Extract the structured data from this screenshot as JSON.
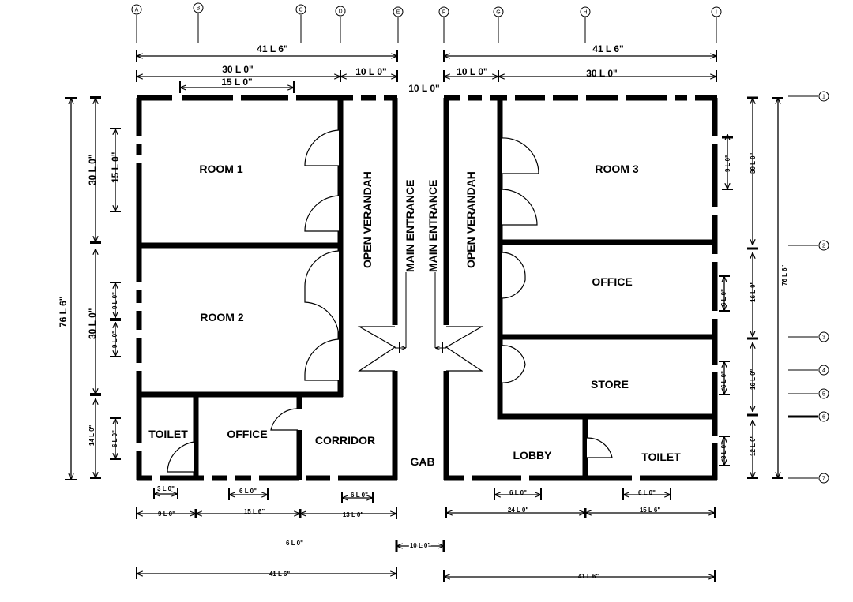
{
  "grid": {
    "cols": [
      "A",
      "B",
      "C",
      "D",
      "E",
      "F",
      "G",
      "H",
      "I"
    ],
    "rows": [
      "1",
      "2",
      "3",
      "4",
      "5",
      "6",
      "7"
    ]
  },
  "rooms": {
    "room1": "ROOM 1",
    "room2": "ROOM 2",
    "room3": "ROOM 3",
    "toilet_left": "TOILET",
    "office_left": "OFFICE",
    "corridor": "CORRIDOR",
    "office_right": "OFFICE",
    "store": "STORE",
    "lobby": "LOBBY",
    "toilet_right": "TOILET",
    "verandah_left": "OPEN VERANDAH",
    "verandah_right": "OPEN VERANDAH",
    "entrance_left": "MAIN ENTRANCE",
    "entrance_right": "MAIN ENTRANCE",
    "gab": "GAB"
  },
  "dims": {
    "top_left_total": "41 L 6\"",
    "top_right_total": "41 L 6\"",
    "top_left_30": "30 L 0\"",
    "top_left_10": "10 L 0\"",
    "top_left_15": "15 L 0\"",
    "top_right_10": "10 L 0\"",
    "top_right_30": "30 L 0\"",
    "top_gap": "10 L 0\"",
    "left_total": "76 L 6\"",
    "left_30a": "30 L 0\"",
    "left_15": "15 L 0\"",
    "left_30b": "30 L 0\"",
    "left_9a": "9 L 0\"",
    "left_9b": "9 L 0\"",
    "left_14": "14 L 0\"",
    "left_6": "6 L 0\"",
    "right_9": "9 L 0\"",
    "right_30": "30 L 0\"",
    "right_6a": "6 L 0\"",
    "right_16a": "16 L 0\"",
    "right_6b": "6 L 0\"",
    "right_16b": "16 L 0\"",
    "right_3": "3 L 0\"",
    "right_12": "12 L 0\"",
    "right_total": "76 L 6\"",
    "bot_3": "3 L 0\"",
    "bot_6a": "6 L 0\"",
    "bot_6b": "6 L 0\"",
    "bot_9": "9 L 0\"",
    "bot_15a": "15 L 6\"",
    "bot_13": "13 L 0\"",
    "bot_6c": "6 L 0\"",
    "bot_gap": "10 L 0\"",
    "bot_left_total": "41 L 6\"",
    "bot_6r1": "6 L 0\"",
    "bot_6r2": "6 L 0\"",
    "bot_24": "24 L 0\"",
    "bot_15b": "15 L 6\"",
    "bot_right_total": "41 L 6\""
  }
}
